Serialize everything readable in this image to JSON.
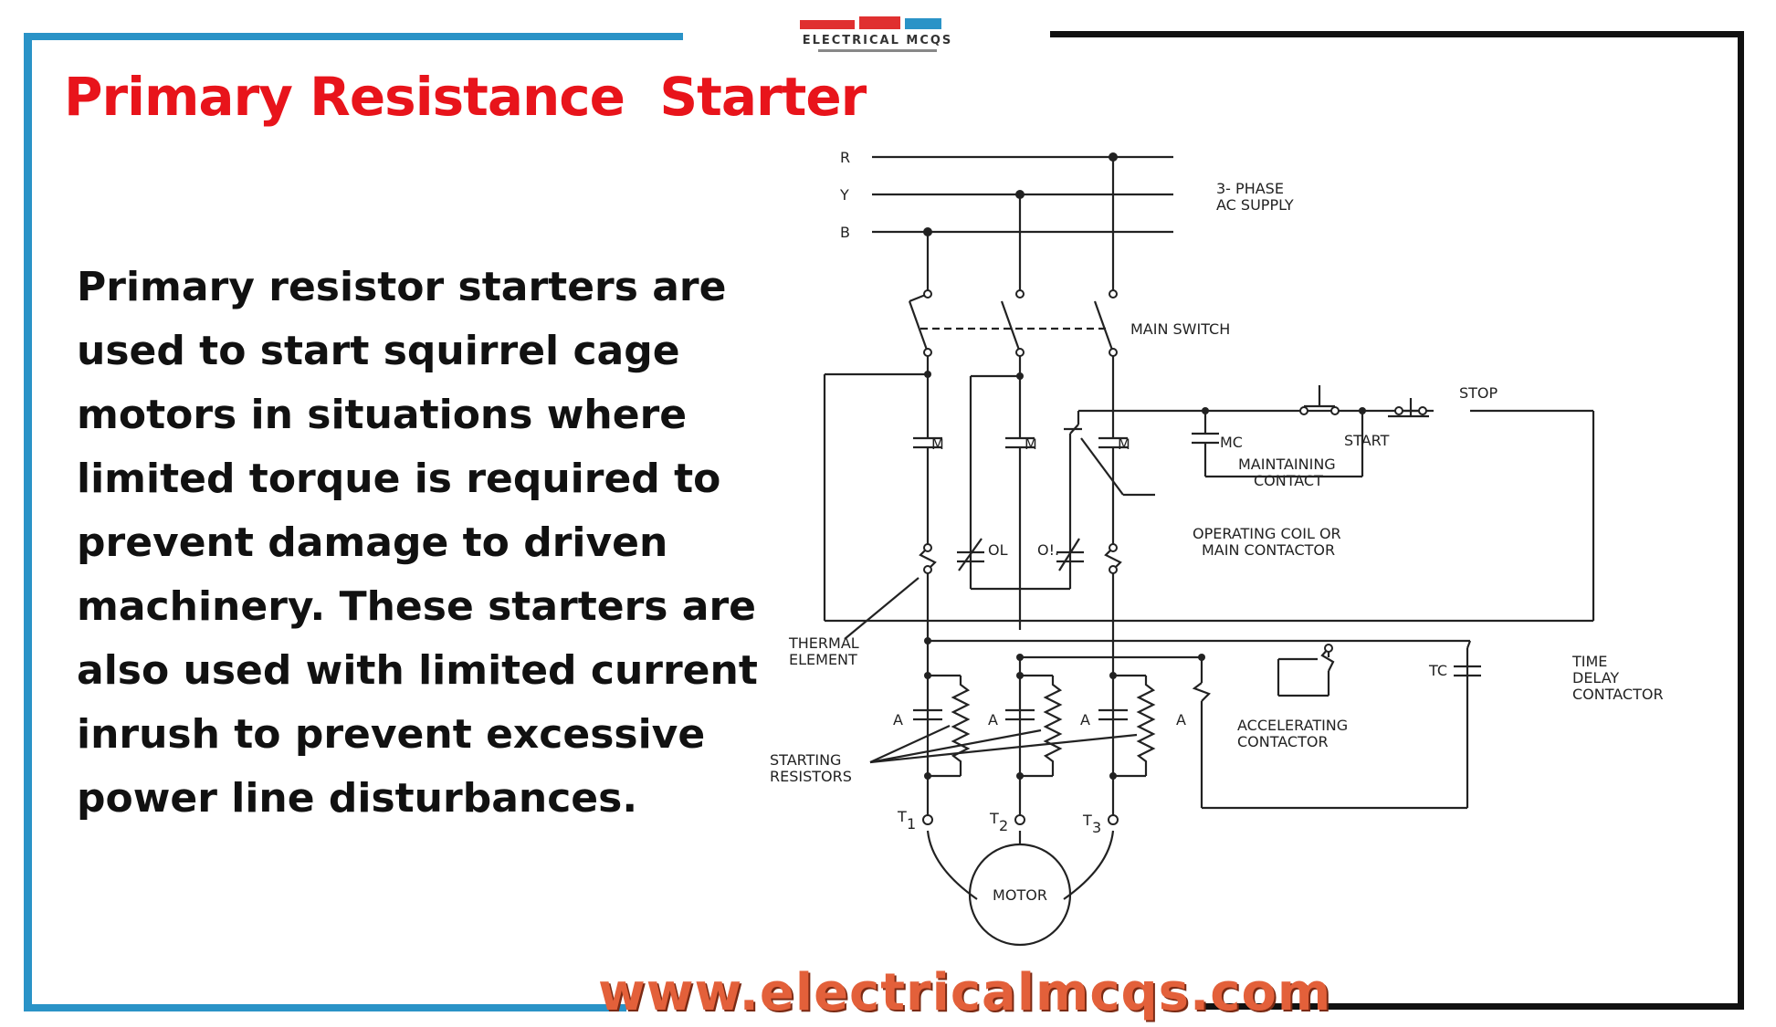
{
  "header": {
    "title": "Primary Resistance  Starter",
    "logo_text": "ELECTRICAL MCQS"
  },
  "description": {
    "lines": [
      "Primary resistor starters are",
      "used to start squirrel cage",
      "motors in situations where",
      "limited torque is required to",
      "prevent damage to driven",
      "machinery. These starters are",
      "also used with limited current",
      "inrush to prevent excessive",
      "power line disturbances."
    ]
  },
  "diagram": {
    "phase_r": "R",
    "phase_y": "Y",
    "phase_b": "B",
    "supply_line1": "3- PHASE",
    "supply_line2": "AC SUPPLY",
    "main_switch": "MAIN SWITCH",
    "m_contact": "M",
    "mc": "MC",
    "start": "START",
    "stop": "STOP",
    "maintaining_line1": "MAINTAINING",
    "maintaining_line2": "CONTACT",
    "op_coil_line1": "OPERATING COIL OR",
    "op_coil_line2": "MAIN CONTACTOR",
    "ol": "OL",
    "ol2": "O!.",
    "thermal_line1": "THERMAL",
    "thermal_line2": "ELEMENT",
    "tc": "TC",
    "time_delay_line1": "TIME",
    "time_delay_line2": "DELAY",
    "time_delay_line3": "CONTACTOR",
    "a_contact": "A",
    "accel_line1": "ACCELERATING",
    "accel_line2": "CONTACTOR",
    "resistors_line1": "STARTING",
    "resistors_line2": "RESISTORS",
    "t1": "T",
    "t1_sub": "1",
    "t2": "T",
    "t2_sub": "2",
    "t3": "T",
    "t3_sub": "3",
    "motor": "MOTOR"
  },
  "footer": {
    "website": "www.electricalmcqs.com"
  },
  "colors": {
    "title": "#e8141b",
    "frame_blue": "#2a93c7",
    "frame_black": "#111111",
    "website": "#e3603a"
  }
}
